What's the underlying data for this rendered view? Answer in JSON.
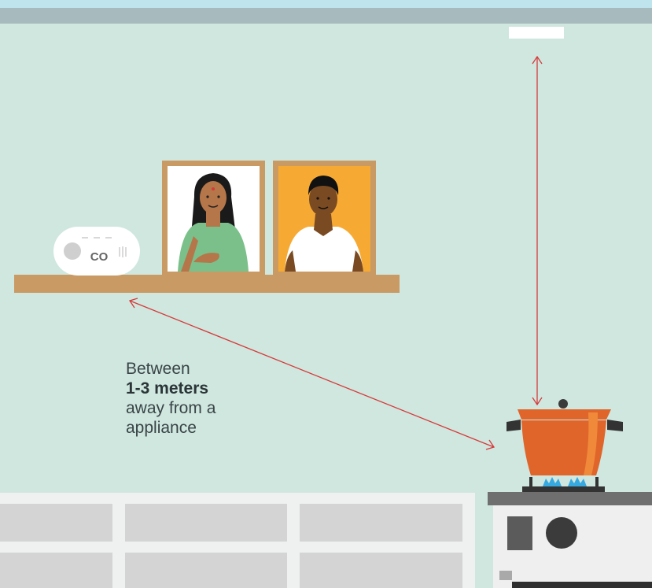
{
  "caption": {
    "line1": "Between",
    "emphasis": "1-3 meters",
    "line3": "away from a",
    "line4": "appliance"
  },
  "detector": {
    "label": "CO"
  },
  "colors": {
    "wall": "#cfe7df",
    "sky_strip": "#bfe4ee",
    "ceiling": "#a7babd",
    "shelf": "#c99a63",
    "frame_wood": "#c99a63",
    "frame_left_bg": "#ffffff",
    "frame_right_bg": "#f7aa33",
    "woman_dress": "#7bc08a",
    "skin": "#b5764a",
    "man_skin": "#7a4a22",
    "hair": "#111111",
    "pot": "#e0652a",
    "pot_highlight": "#f08a3a",
    "flame": "#36a9e1",
    "arrow": "#d63a3a",
    "cabinet": "#d4d4d4",
    "cabinet_frame": "#eef1f0",
    "stove_top": "#6f6f6f",
    "stove_body": "#efefef",
    "knob": "#3b3b3b"
  },
  "icons": [
    "co-detector-icon",
    "double-arrow-icon",
    "pot-icon",
    "flame-icon",
    "ceiling-detector-icon"
  ]
}
